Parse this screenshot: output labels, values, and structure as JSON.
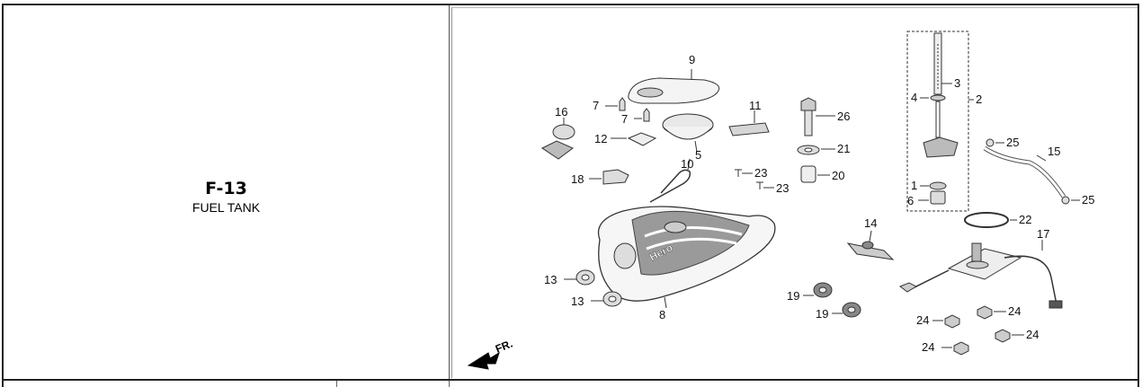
{
  "section": {
    "code": "F-13",
    "title": "FUEL TANK"
  },
  "diagram": {
    "labels": {
      "p1": "1",
      "p2": "2",
      "p3": "3",
      "p4": "4",
      "p5": "5",
      "p6": "6",
      "p7a": "7",
      "p7b": "7",
      "p8": "8",
      "p9": "9",
      "p10": "10",
      "p11": "11",
      "p12": "12",
      "p13a": "13",
      "p13b": "13",
      "p14": "14",
      "p15": "15",
      "p16": "16",
      "p17": "17",
      "p18": "18",
      "p19a": "19",
      "p19b": "19",
      "p20": "20",
      "p21": "21",
      "p22": "22",
      "p23a": "23",
      "p23b": "23",
      "p24a": "24",
      "p24b": "24",
      "p24c": "24",
      "p24d": "24",
      "p25a": "25",
      "p25b": "25",
      "p26": "26"
    },
    "brand_mark": "Hero",
    "direction_label": "FR."
  }
}
